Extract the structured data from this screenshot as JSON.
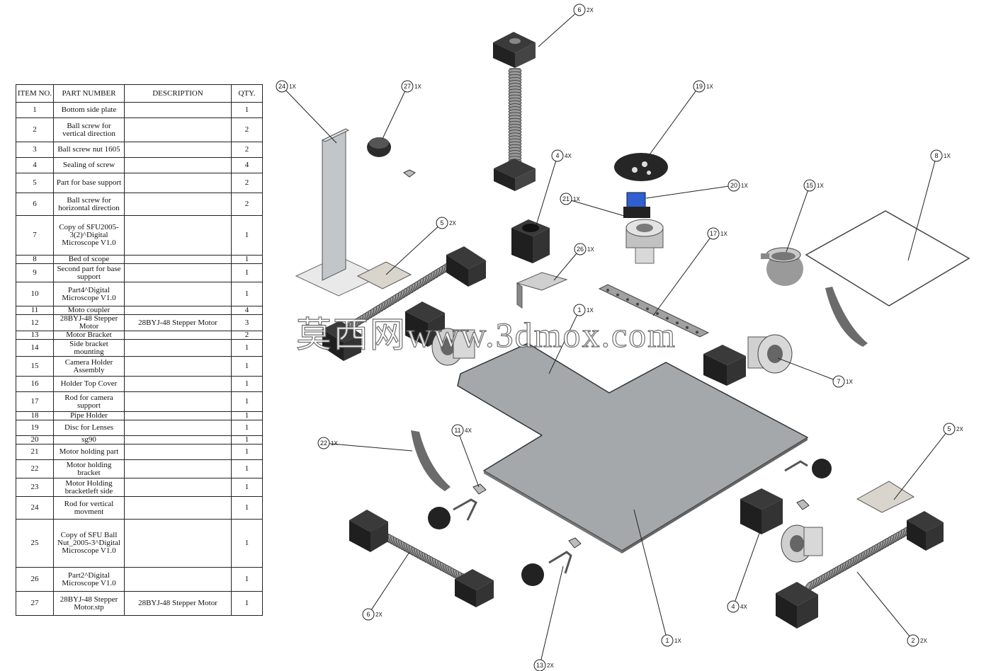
{
  "bom": {
    "headers": {
      "item_no": "ITEM NO.",
      "part_number": "PART NUMBER",
      "description": "DESCRIPTION",
      "qty": "QTY."
    },
    "rows": [
      {
        "item": "1",
        "part": "Bottom side plate",
        "desc": "",
        "qty": "1"
      },
      {
        "item": "2",
        "part": "Ball screw for vertical direction",
        "desc": "",
        "qty": "2"
      },
      {
        "item": "3",
        "part": "Ball screw nut 1605",
        "desc": "",
        "qty": "2"
      },
      {
        "item": "4",
        "part": "Sealing of screw",
        "desc": "",
        "qty": "4"
      },
      {
        "item": "5",
        "part": "Part for base support",
        "desc": "",
        "qty": "2"
      },
      {
        "item": "6",
        "part": "Ball screw for horizontal direction",
        "desc": "",
        "qty": "2"
      },
      {
        "item": "7",
        "part": "Copy of SFU2005-3(2)^Digital Microscope V1.0",
        "desc": "",
        "qty": "1"
      },
      {
        "item": "8",
        "part": "Bed of scope",
        "desc": "",
        "qty": "1"
      },
      {
        "item": "9",
        "part": "Second part for base support",
        "desc": "",
        "qty": "1"
      },
      {
        "item": "10",
        "part": "Part4^Digital Microscope V1.0",
        "desc": "",
        "qty": "1"
      },
      {
        "item": "11",
        "part": "Moto coupler",
        "desc": "",
        "qty": "4"
      },
      {
        "item": "12",
        "part": "28BYJ-48 Stepper Motor",
        "desc": "28BYJ-48 Stepper Motor",
        "qty": "3"
      },
      {
        "item": "13",
        "part": "Motor Bracket",
        "desc": "",
        "qty": "2"
      },
      {
        "item": "14",
        "part": "Side bracket mounting",
        "desc": "",
        "qty": "1"
      },
      {
        "item": "15",
        "part": "Camera Holder Assembly",
        "desc": "",
        "qty": "1"
      },
      {
        "item": "16",
        "part": "Holder Top Cover",
        "desc": "",
        "qty": "1"
      },
      {
        "item": "17",
        "part": "Rod for camera support",
        "desc": "",
        "qty": "1"
      },
      {
        "item": "18",
        "part": "Pipe Holder",
        "desc": "",
        "qty": "1"
      },
      {
        "item": "19",
        "part": "Disc for Lenses",
        "desc": "",
        "qty": "1"
      },
      {
        "item": "20",
        "part": "sg90",
        "desc": "",
        "qty": "1"
      },
      {
        "item": "21",
        "part": "Motor holding part",
        "desc": "",
        "qty": "1"
      },
      {
        "item": "22",
        "part": "Motor holding bracket",
        "desc": "",
        "qty": "1"
      },
      {
        "item": "23",
        "part": "Motor Holding bracketleft side",
        "desc": "",
        "qty": "1"
      },
      {
        "item": "24",
        "part": "Rod for vertical movment",
        "desc": "",
        "qty": "1"
      },
      {
        "item": "25",
        "part": "Copy of SFU Ball Nut_2005-3^Digital Microscope V1.0",
        "desc": "",
        "qty": "1"
      },
      {
        "item": "26",
        "part": "Part2^Digital Microscope V1.0",
        "desc": "",
        "qty": "1"
      },
      {
        "item": "27",
        "part": "28BYJ-48 Stepper Motor.stp",
        "desc": "28BYJ-48 Stepper Motor",
        "qty": "1"
      }
    ]
  },
  "balloons": [
    {
      "num": "6",
      "qty": "2X"
    },
    {
      "num": "24",
      "qty": "1X"
    },
    {
      "num": "27",
      "qty": "1X"
    },
    {
      "num": "19",
      "qty": "1X"
    },
    {
      "num": "4",
      "qty": "4X"
    },
    {
      "num": "8",
      "qty": "1X"
    },
    {
      "num": "20",
      "qty": "1X"
    },
    {
      "num": "15",
      "qty": "1X"
    },
    {
      "num": "21",
      "qty": "1X"
    },
    {
      "num": "5",
      "qty": "2X"
    },
    {
      "num": "17",
      "qty": "1X"
    },
    {
      "num": "26",
      "qty": "1X"
    },
    {
      "num": "1",
      "qty": "1X"
    },
    {
      "num": "7",
      "qty": "1X"
    },
    {
      "num": "11",
      "qty": "4X"
    },
    {
      "num": "22",
      "qty": "1X"
    },
    {
      "num": "5",
      "qty": "2X"
    },
    {
      "num": "6",
      "qty": "2X"
    },
    {
      "num": "4",
      "qty": "4X"
    },
    {
      "num": "1",
      "qty": "1X"
    },
    {
      "num": "2",
      "qty": "2X"
    },
    {
      "num": "13",
      "qty": "2X"
    }
  ],
  "watermark": "莫西网www.3dmox.com",
  "colors": {
    "plate": "#a4a8ab",
    "dark_part": "#2b2b2b",
    "metal": "#c9c9c9",
    "servo_blue": "#2f5fd0",
    "light_plate": "#d9d4cc"
  }
}
